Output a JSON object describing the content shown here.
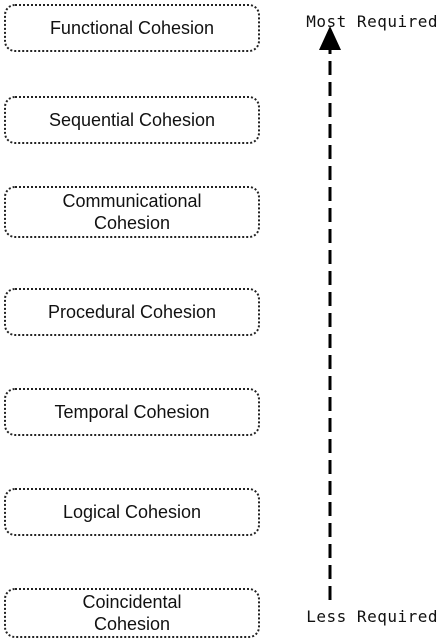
{
  "levels": [
    {
      "text": "Functional Cohesion"
    },
    {
      "text": "Sequential Cohesion"
    },
    {
      "text": "Communicational Cohesion"
    },
    {
      "text": "Procedural Cohesion"
    },
    {
      "text": "Temporal Cohesion"
    },
    {
      "text": "Logical Cohesion"
    },
    {
      "text": "Coincidental Cohesion"
    }
  ],
  "scale": {
    "top_label": "Most Required",
    "bottom_label": "Less Required"
  }
}
